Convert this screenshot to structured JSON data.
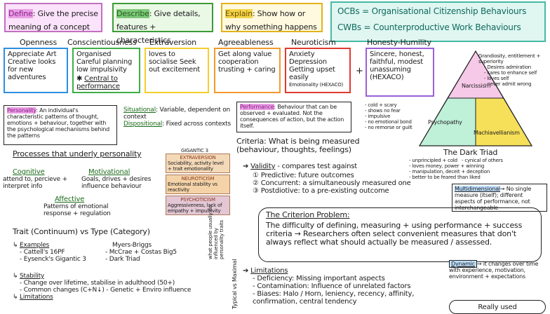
{
  "legend": {
    "define_term": "Define",
    "define_text": ": Give the precise meaning of a concept",
    "describe_term": "Describe",
    "describe_text": ": Give details, features + characteristics",
    "explain_term": "Explain",
    "explain_text": ": Show how or why something happens",
    "ocb": "OCBs = Organisational Citizenship Behaviours",
    "cwb": "CWBs = Counterproductive Work Behaviours"
  },
  "big_five": [
    {
      "heading": "Openness",
      "text": "Appreciate Art Creative looks for new adventures"
    },
    {
      "heading": "Conscientiousness",
      "text": "Organised Careful planning low impulsivity",
      "extra": "Central to performance"
    },
    {
      "heading": "Extraversion",
      "text": "loves to socialise Seek out excitement"
    },
    {
      "heading": "Agreeableness",
      "text": "Get along value cooperation trusting + caring"
    },
    {
      "heading": "Neuroticism",
      "text": "Anxiety Depression Getting upset easily",
      "extra": "Emotionality (HEXACO)"
    },
    {
      "heading": "Honesty-Humility",
      "text": "Sincere, honest, faithful, modest unassuming (HEXACO)"
    }
  ],
  "dark_triad": {
    "title": "The Dark Triad",
    "top": "Narcissism",
    "left": "Psychopathy",
    "right": "Machiavellianism",
    "narc_notes": [
      "Grandiosity, entitlement + superiority",
      "- Desires admiration",
      "- cares to enhance self",
      "- loves self",
      "- never admit wrong"
    ],
    "psych_notes": [
      "- cold + scary",
      "- shows no fear",
      "- impulsive",
      "- no emotional bond",
      "- no remorse or guilt"
    ],
    "mach_notes": [
      "- unprincipled + cold",
      "- cynical of others",
      "- loves money, power + winning",
      "- manipulation, deceit + deception",
      "- better to be feared than liked"
    ]
  },
  "personality": {
    "term": "Personality",
    "text": ": An individual's characteristic patterns of thought, emotions + behaviour, together with the psychological mechanisms behind the patterns",
    "situational_term": "Situational",
    "situational_text": ": Variable, dependent on context",
    "dispositional_term": "Dispositional",
    "dispositional_text": ": Fixed across contexts"
  },
  "processes": {
    "title": "Processes that underly personality",
    "cognitive": "Cognitive",
    "cognitive_text": "attend to, percieve + interpret info",
    "motivational": "Motivational",
    "motivational_text": "Goals, drives + desires influence behaviour",
    "affective": "Affective",
    "affective_text": "Patterns of emotional response + regulation"
  },
  "gigantic3": {
    "title": "GIGANTIC 3",
    "items": [
      {
        "name": "EXTRAVERSION",
        "text": "Sociability, activity level + trait emotionality"
      },
      {
        "name": "NEUROTICISM",
        "text": "Emotional stability vs reactivity"
      },
      {
        "name": "PSYCHOTICISM",
        "text": "Aggressiveness, lack of empathy + impulsivity"
      }
    ],
    "margin_note": "what people usually do, influenced by personality traits",
    "typical_note": "Typical vs Maximal"
  },
  "trait_type": {
    "title": "Trait (Continuum) vs Type (Category)",
    "examples": "Examples",
    "ex1": "- Cattell's 16PF",
    "ex2": "- Eysenck's Gigantic 3",
    "myers": "Myers-Briggs",
    "mccrae": "- McCrae + Costas Big5",
    "dark": "- Dark Triad",
    "stability": "Stability",
    "st1": "- Change over lifetime, stabilise in adulthood (50+)",
    "st2": "- Common changes (C+N↓) - Genetic + Enviro influence",
    "limitations": "Limitations"
  },
  "performance": {
    "term": "Performance",
    "text": ": Behaviour that can be observed + evaluated. Not the consequences of action, but the action itself."
  },
  "criteria": {
    "title": "Criteria: What is being measured (behaviour, thoughts, feelings)",
    "validity_term": "Validity",
    "validity_text": "- compares test against",
    "v1": "① Predictive: future outcomes",
    "v2": "② Concurrent: a simultaneously measured one",
    "v3": "③ Postdiotive: to a pre-existing outcome",
    "problem_title": "The Criterion Problem:",
    "problem_text": "The difficulty of defining, measuring + using performance + success criteria → Researchers often select convenient measures that don't always reflect what should actually be measured / assessed.",
    "limits_title": "Limitations",
    "l1": "- Deficiency: Missing important aspects",
    "l2": "- Contamination: Influence of unrelated factors",
    "l3": "- Biases: Halo / Horn, leniency, recency, affinity, confirmation, central tendency"
  },
  "multidimensional": {
    "term": "Multidimensional",
    "text": "→ No single measure (itself); different aspects of performance, not interchangeable"
  },
  "dynamic": {
    "term": "Dynamic",
    "text": "→ it changes over time with experience, motivation, environment + expectations"
  },
  "really_used": "Really used",
  "colors": {
    "define": "#e8a9e6",
    "describe": "#7ec87a",
    "explain": "#f4d44a",
    "ocb": "#7fd7c6",
    "openness": "#2d8fe0",
    "conscientiousness": "#3fae46",
    "extraversion": "#f3cf2b",
    "agreeableness": "#f29a2b",
    "neuroticism": "#e03a2e",
    "honesty": "#9c5fd6",
    "narcissism": "#f6c9e8",
    "psychopathy": "#bff0d8",
    "machiavellianism": "#f6e05a"
  }
}
